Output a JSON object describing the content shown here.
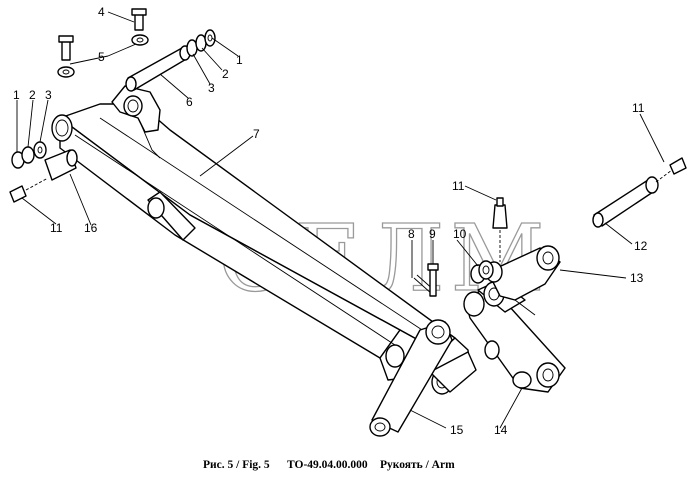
{
  "watermark": "СЕЛМ",
  "caption": {
    "figure": "Рис. 5 / Fig. 5",
    "code": "ТО-49.04.00.000",
    "name": "Рукоять / Arm"
  },
  "callouts": [
    {
      "id": "c-4",
      "label": "4"
    },
    {
      "id": "c-5",
      "label": "5"
    },
    {
      "id": "c-1-top",
      "label": "1"
    },
    {
      "id": "c-2-top",
      "label": "2"
    },
    {
      "id": "c-3-top",
      "label": "3"
    },
    {
      "id": "c-6",
      "label": "6"
    },
    {
      "id": "c-7",
      "label": "7"
    },
    {
      "id": "c-1-left",
      "label": "1"
    },
    {
      "id": "c-2-left",
      "label": "2"
    },
    {
      "id": "c-3-left",
      "label": "3"
    },
    {
      "id": "c-11-left",
      "label": "11"
    },
    {
      "id": "c-16",
      "label": "16"
    },
    {
      "id": "c-11-right",
      "label": "11"
    },
    {
      "id": "c-12",
      "label": "12"
    },
    {
      "id": "c-13",
      "label": "13"
    },
    {
      "id": "c-11-mid",
      "label": "11"
    },
    {
      "id": "c-8",
      "label": "8"
    },
    {
      "id": "c-9",
      "label": "9"
    },
    {
      "id": "c-10",
      "label": "10"
    },
    {
      "id": "c-15",
      "label": "15"
    },
    {
      "id": "c-14",
      "label": "14"
    }
  ]
}
